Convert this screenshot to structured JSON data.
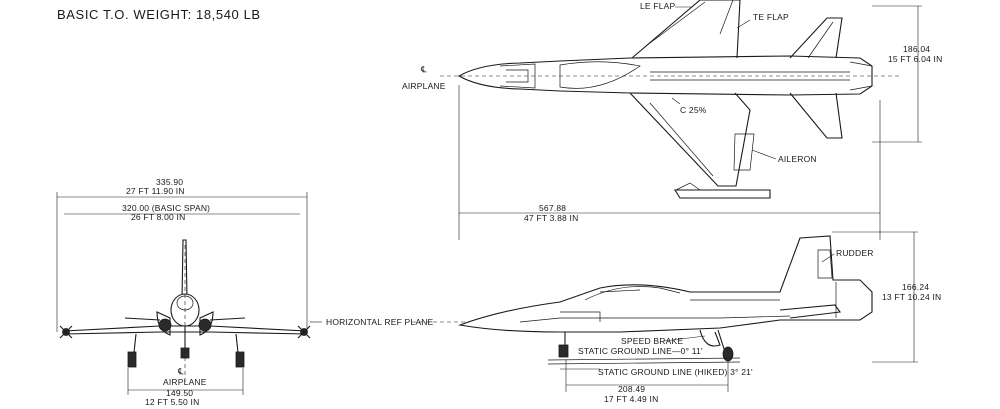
{
  "header": {
    "title": "BASIC T.O. WEIGHT: 18,540 LB"
  },
  "top_view": {
    "le_flap": "LE FLAP",
    "te_flap": "TE FLAP",
    "centerline_symbol": "℄",
    "centerline_label": "AIRPLANE",
    "chord": "C 25%",
    "aileron": "AILERON",
    "height_in": "186.04",
    "height_ft": "15 FT 6.04 IN",
    "length_in": "567.88",
    "length_ft": "47 FT 3.88 IN"
  },
  "front_view": {
    "span_in": "335.90",
    "span_ft": "27 FT 11.90 IN",
    "basic_span_in": "320.00 (BASIC SPAN)",
    "basic_span_ft": "26 FT 8.00 IN",
    "ref_plane": "HORIZONTAL REF PLANE",
    "centerline_symbol": "℄",
    "centerline_label": "AIRPLANE",
    "track_in": "149.50",
    "track_ft": "12 FT 5.50 IN"
  },
  "side_view": {
    "rudder": "RUDDER",
    "height_in": "166.24",
    "height_ft": "13 FT 10.24 IN",
    "speed_brake": "SPEED BRAKE",
    "static_ground": "STATIC GROUND LINE—0° 11'",
    "static_ground_hiked": "STATIC GROUND LINE (HIKED) 3° 21'",
    "wheelbase_in": "208.49",
    "wheelbase_ft": "17 FT 4.49 IN"
  }
}
